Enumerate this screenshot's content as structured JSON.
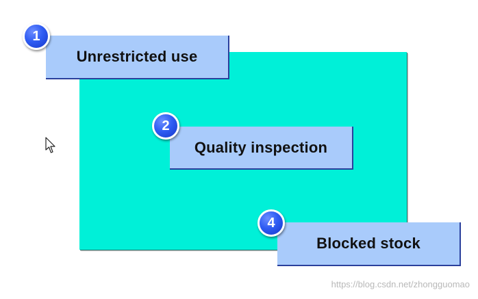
{
  "labels": [
    {
      "number": "1",
      "text": "Unrestricted use"
    },
    {
      "number": "2",
      "text": "Quality inspection"
    },
    {
      "number": "4",
      "text": "Blocked stock"
    }
  ],
  "watermark": "https://blog.csdn.net/zhongguomao",
  "colors": {
    "area": "#00f0d8",
    "label_box": "#a9cbfb",
    "badge": "#2f5cf3"
  },
  "icons": {
    "cursor": "mouse-pointer-icon"
  }
}
